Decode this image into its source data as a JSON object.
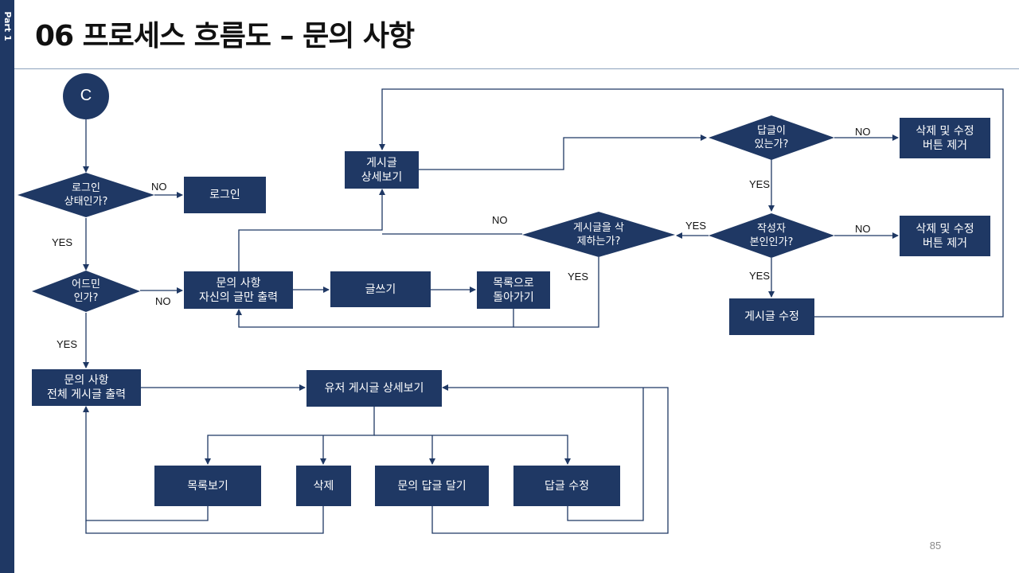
{
  "part_label": "Part 1",
  "title": "06 프로세스 흐름도 – 문의 사항",
  "page_number": "85",
  "colors": {
    "node": "#1f3864",
    "line": "#1f3864",
    "sidebar": "#1f3864"
  },
  "nodes": {
    "start": "C",
    "login_check": "로그인\n상태인가?",
    "login": "로그인",
    "admin_check": "어드민\n인가?",
    "my_posts": "문의 사항\n자신의 글만 출력",
    "write": "글쓰기",
    "back_list": "목록으로\n돌아가기",
    "all_posts": "문의 사항\n전체 게시글 출력",
    "user_detail": "유저 게시글 상세보기",
    "list_view": "목록보기",
    "delete": "삭제",
    "reply": "문의 답글 달기",
    "edit_reply": "답글 수정",
    "post_detail": "게시글\n상세보기",
    "delete_check": "게시글을 삭\n제하는가?",
    "reply_exists": "답글이\n있는가?",
    "author_check": "작성자\n본인인가?",
    "remove_buttons_1": "삭제 및 수정\n버튼 제거",
    "remove_buttons_2": "삭제 및 수정\n버튼 제거",
    "edit_post": "게시글 수정"
  },
  "labels": {
    "login_no": "NO",
    "login_yes": "YES",
    "admin_no": "NO",
    "admin_yes": "YES",
    "delete_no": "NO",
    "delete_yes": "YES",
    "author_yes_left": "YES",
    "reply_no": "NO",
    "reply_yes": "YES",
    "author_no": "NO",
    "author_yes_down": "YES"
  }
}
